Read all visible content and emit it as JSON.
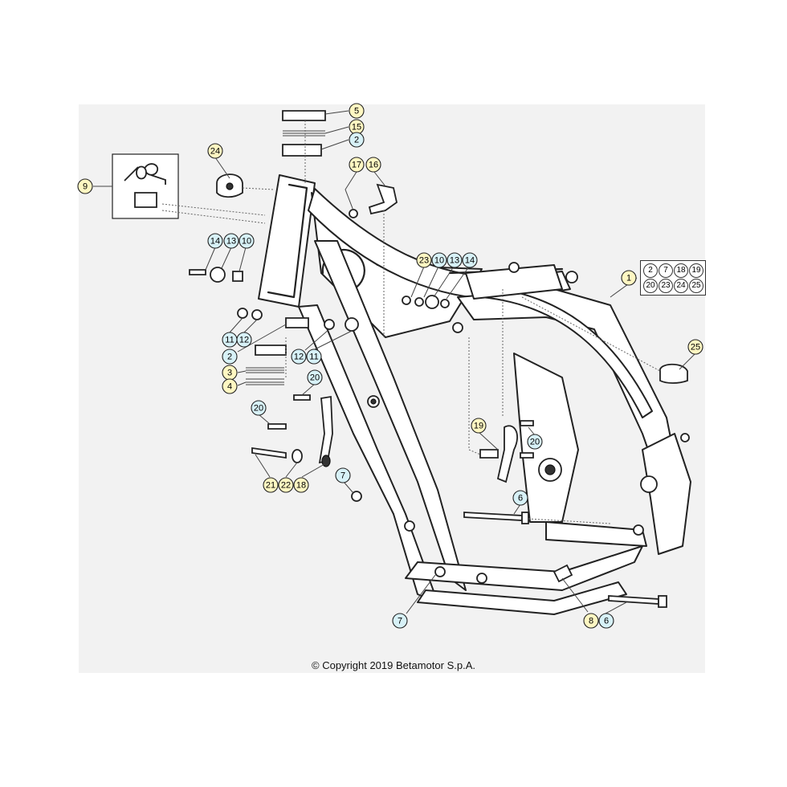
{
  "callouts": [
    {
      "id": "c5",
      "label": "5",
      "color": "yellow"
    },
    {
      "id": "c15",
      "label": "15",
      "color": "yellow"
    },
    {
      "id": "c2a",
      "label": "2",
      "color": "blue"
    },
    {
      "id": "c24",
      "label": "24",
      "color": "yellow"
    },
    {
      "id": "c9",
      "label": "9",
      "color": "yellow"
    },
    {
      "id": "c17",
      "label": "17",
      "color": "yellow"
    },
    {
      "id": "c16",
      "label": "16",
      "color": "yellow"
    },
    {
      "id": "c14a",
      "label": "14",
      "color": "blue"
    },
    {
      "id": "c13a",
      "label": "13",
      "color": "blue"
    },
    {
      "id": "c10a",
      "label": "10",
      "color": "blue"
    },
    {
      "id": "c23",
      "label": "23",
      "color": "yellow"
    },
    {
      "id": "c10b",
      "label": "10",
      "color": "blue"
    },
    {
      "id": "c13b",
      "label": "13",
      "color": "blue"
    },
    {
      "id": "c14b",
      "label": "14",
      "color": "blue"
    },
    {
      "id": "c1",
      "label": "1",
      "color": "yellow"
    },
    {
      "id": "c11a",
      "label": "11",
      "color": "blue"
    },
    {
      "id": "c12a",
      "label": "12",
      "color": "blue"
    },
    {
      "id": "c2b",
      "label": "2",
      "color": "blue"
    },
    {
      "id": "c12b",
      "label": "12",
      "color": "blue"
    },
    {
      "id": "c11b",
      "label": "11",
      "color": "blue"
    },
    {
      "id": "c3",
      "label": "3",
      "color": "yellow"
    },
    {
      "id": "c4",
      "label": "4",
      "color": "yellow"
    },
    {
      "id": "c20a",
      "label": "20",
      "color": "blue"
    },
    {
      "id": "c20b",
      "label": "20",
      "color": "blue"
    },
    {
      "id": "c21",
      "label": "21",
      "color": "yellow"
    },
    {
      "id": "c22",
      "label": "22",
      "color": "yellow"
    },
    {
      "id": "c18",
      "label": "18",
      "color": "yellow"
    },
    {
      "id": "c7a",
      "label": "7",
      "color": "blue"
    },
    {
      "id": "c19",
      "label": "19",
      "color": "yellow"
    },
    {
      "id": "c20c",
      "label": "20",
      "color": "blue"
    },
    {
      "id": "c6a",
      "label": "6",
      "color": "blue"
    },
    {
      "id": "c25",
      "label": "25",
      "color": "yellow"
    },
    {
      "id": "c7b",
      "label": "7",
      "color": "blue"
    },
    {
      "id": "c8",
      "label": "8",
      "color": "yellow"
    },
    {
      "id": "c6b",
      "label": "6",
      "color": "blue"
    }
  ],
  "kit_list": [
    "2",
    "7",
    "18",
    "19",
    "20",
    "23",
    "24",
    "25"
  ],
  "copyright": "© Copyright 2019 Betamotor S.p.A.",
  "colors": {
    "yellow": "#fff7c2",
    "blue": "#d7f1f7",
    "background": "#f2f2f2"
  }
}
